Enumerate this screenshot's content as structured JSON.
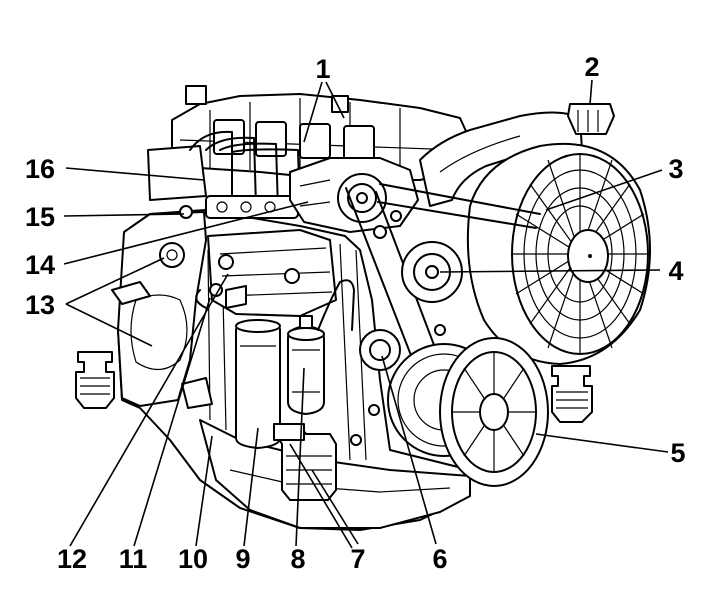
{
  "callouts": [
    {
      "id": "1",
      "label": "1"
    },
    {
      "id": "2",
      "label": "2"
    },
    {
      "id": "3",
      "label": "3"
    },
    {
      "id": "4",
      "label": "4"
    },
    {
      "id": "5",
      "label": "5"
    },
    {
      "id": "6",
      "label": "6"
    },
    {
      "id": "7",
      "label": "7"
    },
    {
      "id": "8",
      "label": "8"
    },
    {
      "id": "9",
      "label": "9"
    },
    {
      "id": "10",
      "label": "10"
    },
    {
      "id": "11",
      "label": "11"
    },
    {
      "id": "12",
      "label": "12"
    },
    {
      "id": "13",
      "label": "13"
    },
    {
      "id": "14",
      "label": "14"
    },
    {
      "id": "15",
      "label": "15"
    },
    {
      "id": "16",
      "label": "16"
    }
  ],
  "colors": {
    "line": "#000000",
    "background": "#ffffff"
  }
}
